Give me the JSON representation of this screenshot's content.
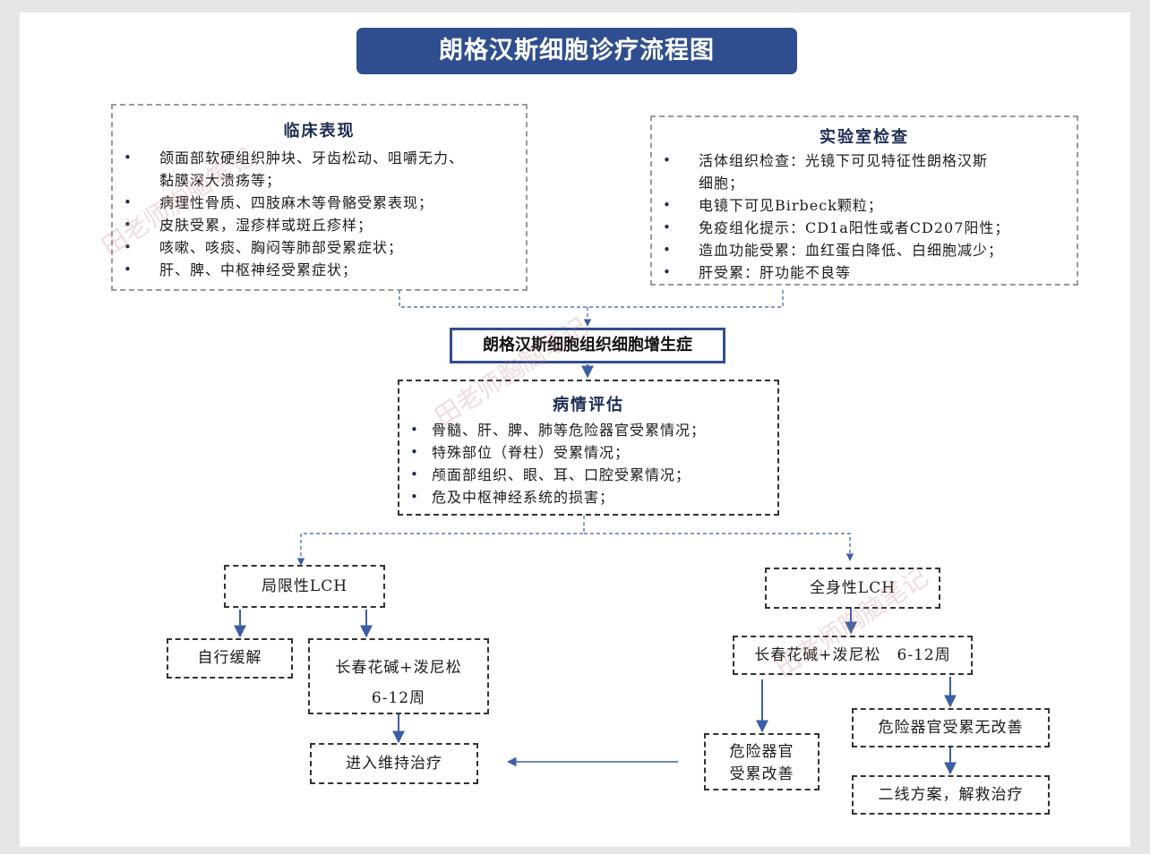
{
  "title": "朗格汉斯细胞诊疗流程图",
  "clinical": {
    "title": "临床表现",
    "items": [
      "颌面部软硬组织肿块、牙齿松动、咀嚼无力、",
      "黏膜深大溃疡等；",
      "病理性骨质、四肢麻木等骨骼受累表现；",
      "皮肤受累，湿疹样或斑丘疹样；",
      "咳嗽、咳痰、胸闷等肺部受累症状；",
      "肝、脾、中枢神经受累症状；"
    ]
  },
  "lab": {
    "title": "实验室检查",
    "items": [
      "活体组织检查：光镜下可见特征性朗格汉斯",
      "细胞；",
      "电镜下可见Birbeck颗粒；",
      "免疫组化提示：CD1a阳性或者CD207阳性；",
      "造血功能受累：血红蛋白降低、白细胞减少；",
      "肝受累：肝功能不良等"
    ]
  },
  "diagnosis": "朗格汉斯细胞组织细胞增生症",
  "assessment": {
    "title": "病情评估",
    "items": [
      "骨髓、肝、脾、肺等危险器官受累情况；",
      "特殊部位（脊柱）受累情况；",
      "颅面部组织、眼、耳、口腔受累情况；",
      "危及中枢神经系统的损害；"
    ]
  },
  "localized": {
    "label": "局限性LCH",
    "self_resolve": "自行缓解",
    "treatment_line1": "长春花碱+泼尼松",
    "treatment_line2": "6-12周",
    "maintenance": "进入维持治疗"
  },
  "systemic": {
    "label": "全身性LCH",
    "treatment": "长春花碱+泼尼松　6-12周",
    "improved_line1": "危险器官",
    "improved_line2": "受累改善",
    "not_improved": "危险器官受累无改善",
    "salvage": "二线方案，解救治疗"
  },
  "watermark": "田老师胸脑笔记",
  "colors": {
    "banner": "#2e4e8f",
    "arrow": "#3b5ea6",
    "title_text": "#1c2d52"
  }
}
